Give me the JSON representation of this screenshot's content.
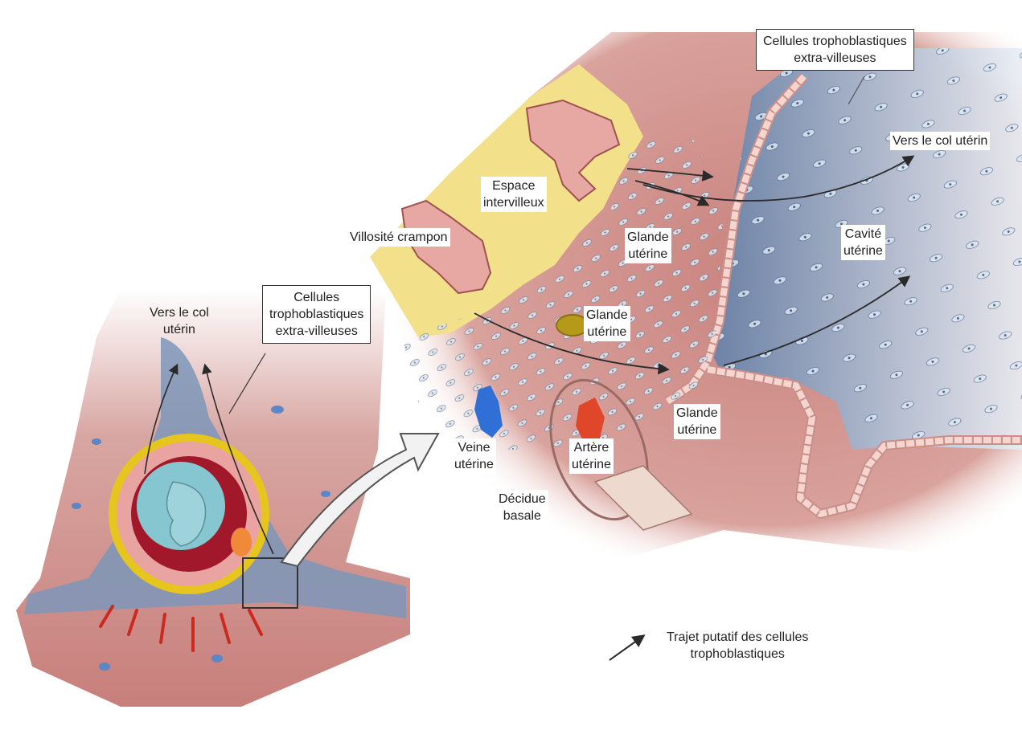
{
  "colors": {
    "decidua": "#c77a78",
    "decidua_light": "#e8bcb6",
    "cavity_blue": "#7d97b8",
    "intervillous_yellow": "#f0dc82",
    "villi_yellow": "#e6c51f",
    "amnion_blue": "#86c6d0",
    "chorion_red": "#a0182a",
    "vein_blue": "#2f6fd6",
    "artery_red": "#e0462a",
    "arrow": "#2a2a2a"
  },
  "labels": {
    "top_right_box": [
      "Cellules trophoblastiques",
      "extra-villeuses"
    ],
    "vers_col_right": "Vers le col utérin",
    "espace_intervilleux": [
      "Espace",
      "intervilleux"
    ],
    "villosite_crampon": "Villosité crampon",
    "glande_uterine_1": [
      "Glande",
      "utérine"
    ],
    "cavite_uterine": [
      "Cavité",
      "utérine"
    ],
    "glande_uterine_2": [
      "Glande",
      "utérine"
    ],
    "glande_uterine_3": [
      "Glande",
      "utérine"
    ],
    "veine_uterine": [
      "Veine",
      "utérine"
    ],
    "artere_uterine": [
      "Artère",
      "utérine"
    ],
    "decidue_basale": [
      "Décidue",
      "basale"
    ],
    "vers_col_left": [
      "Vers le col",
      "utérin"
    ],
    "left_box": [
      "Cellules",
      "trophoblastiques",
      "extra-villeuses"
    ],
    "legend": [
      "Trajet putatif des cellules",
      "trophoblastiques"
    ]
  }
}
